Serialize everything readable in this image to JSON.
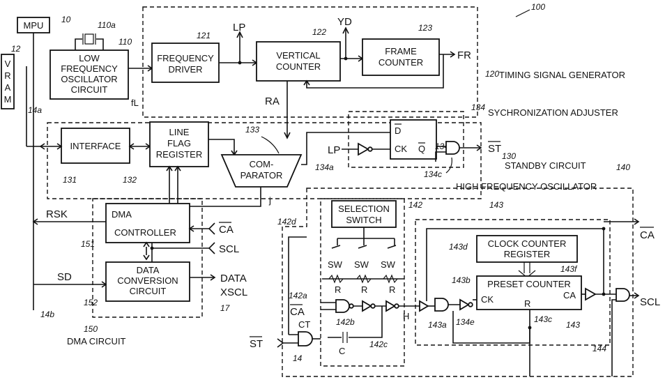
{
  "figure_number": "100",
  "blocks": {
    "mpu": "MPU",
    "vram": [
      "V",
      "R",
      "A",
      "M"
    ],
    "low_freq_osc": [
      "LOW",
      "FREQUENCY",
      "OSCILLATOR",
      "CIRCUIT"
    ],
    "frequency_driver": [
      "FREQUENCY",
      "DRIVER"
    ],
    "vertical_counter": [
      "VERTICAL",
      "COUNTER"
    ],
    "frame_counter": [
      "FRAME",
      "COUNTER"
    ],
    "interface": "INTERFACE",
    "line_flag_register": [
      "LINE",
      "FLAG",
      "REGISTER"
    ],
    "comparator": [
      "COM-",
      "PARATOR"
    ],
    "dma_controller": [
      "DMA",
      "CONTROLLER"
    ],
    "data_conversion": [
      "DATA",
      "CONVERSION",
      "CIRCUIT"
    ],
    "selection_switch": [
      "SELECTION",
      "SWITCH"
    ],
    "clock_counter_register": [
      "CLOCK COUNTER",
      "REGISTER"
    ],
    "preset_counter": "PRESET COUNTER"
  },
  "signals": {
    "lp": "LP",
    "yd": "YD",
    "fr": "FR",
    "ra": "RA",
    "fl": "fL",
    "lp_in": "LP",
    "d": "D",
    "ck": "CK",
    "q": "Q",
    "st_out": "ST",
    "rsk": "RSK",
    "ca_in": "CA",
    "scl_in": "SCL",
    "sd": "SD",
    "data": "DATA",
    "xscl": "XSCL",
    "j": "j",
    "ca_out": "CA",
    "scl_out": "SCL",
    "st_in": "ST",
    "ct": "CT",
    "ca_low": "CA",
    "sw1": "SW",
    "sw2": "SW",
    "sw3": "SW",
    "r1": "R",
    "r2": "R",
    "r3": "R",
    "c1": "C",
    "h": "H",
    "ck2": "CK",
    "r_pin": "R",
    "ca_pin": "CA"
  },
  "titles": {
    "timing": "TIMING SIGNAL GENERATOR",
    "sync": "SYCHRONIZATION ADJUSTER",
    "standby": "STANDBY CIRCUIT",
    "hfo": "HIGH FREQUENCY OSCILLATOR",
    "dma": "DMA CIRCUIT"
  },
  "refs": {
    "r10": "10",
    "r12": "12",
    "r110a": "110a",
    "r110": "110",
    "r121": "121",
    "r122": "122",
    "r123": "123",
    "r120": "120",
    "r134": "134",
    "r134b": "134b",
    "r134a": "134a",
    "r134c": "134c",
    "r130": "130",
    "r140": "140",
    "r133": "133",
    "r131": "131",
    "r132": "132",
    "r14a": "14a",
    "r14b": "14b",
    "r151": "151",
    "r152": "152",
    "r150": "150",
    "r17": "17",
    "r142": "142",
    "r142d": "142d",
    "r143": "143",
    "r143d": "143d",
    "r143b": "143b",
    "r143f": "143f",
    "r142a": "142a",
    "r142b": "142b",
    "r142c": "142c",
    "r143a": "143a",
    "r134e": "134e",
    "r143c": "143c",
    "r144": "144",
    "r14": "14"
  }
}
